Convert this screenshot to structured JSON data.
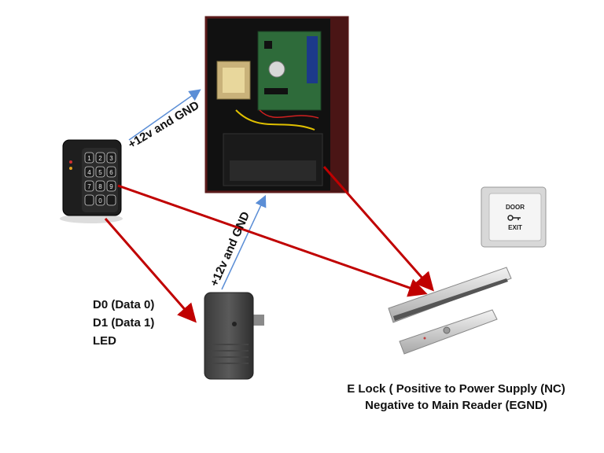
{
  "labels": {
    "power_top": "+12v and GND",
    "power_mid": "+12v and GND",
    "d0": "D0 (Data 0)",
    "d1": "D1 (Data 1)",
    "led": "LED"
  },
  "exit_button": {
    "line1": "DOOR",
    "line2": "EXIT"
  },
  "caption": {
    "line1": "E  Lock ( Positive to  Power Supply  (NC)",
    "line2": "Negative to Main Reader (EGND)"
  },
  "keypad_keys": [
    "1",
    "2",
    "3",
    "4",
    "5",
    "6",
    "7",
    "8",
    "9",
    "",
    "0",
    ""
  ],
  "colors": {
    "red_arrow": "#c00000",
    "blue_arrow": "#5b8ed6",
    "board_green": "#2e6b3a",
    "cabinet": "#5a1a1a"
  }
}
